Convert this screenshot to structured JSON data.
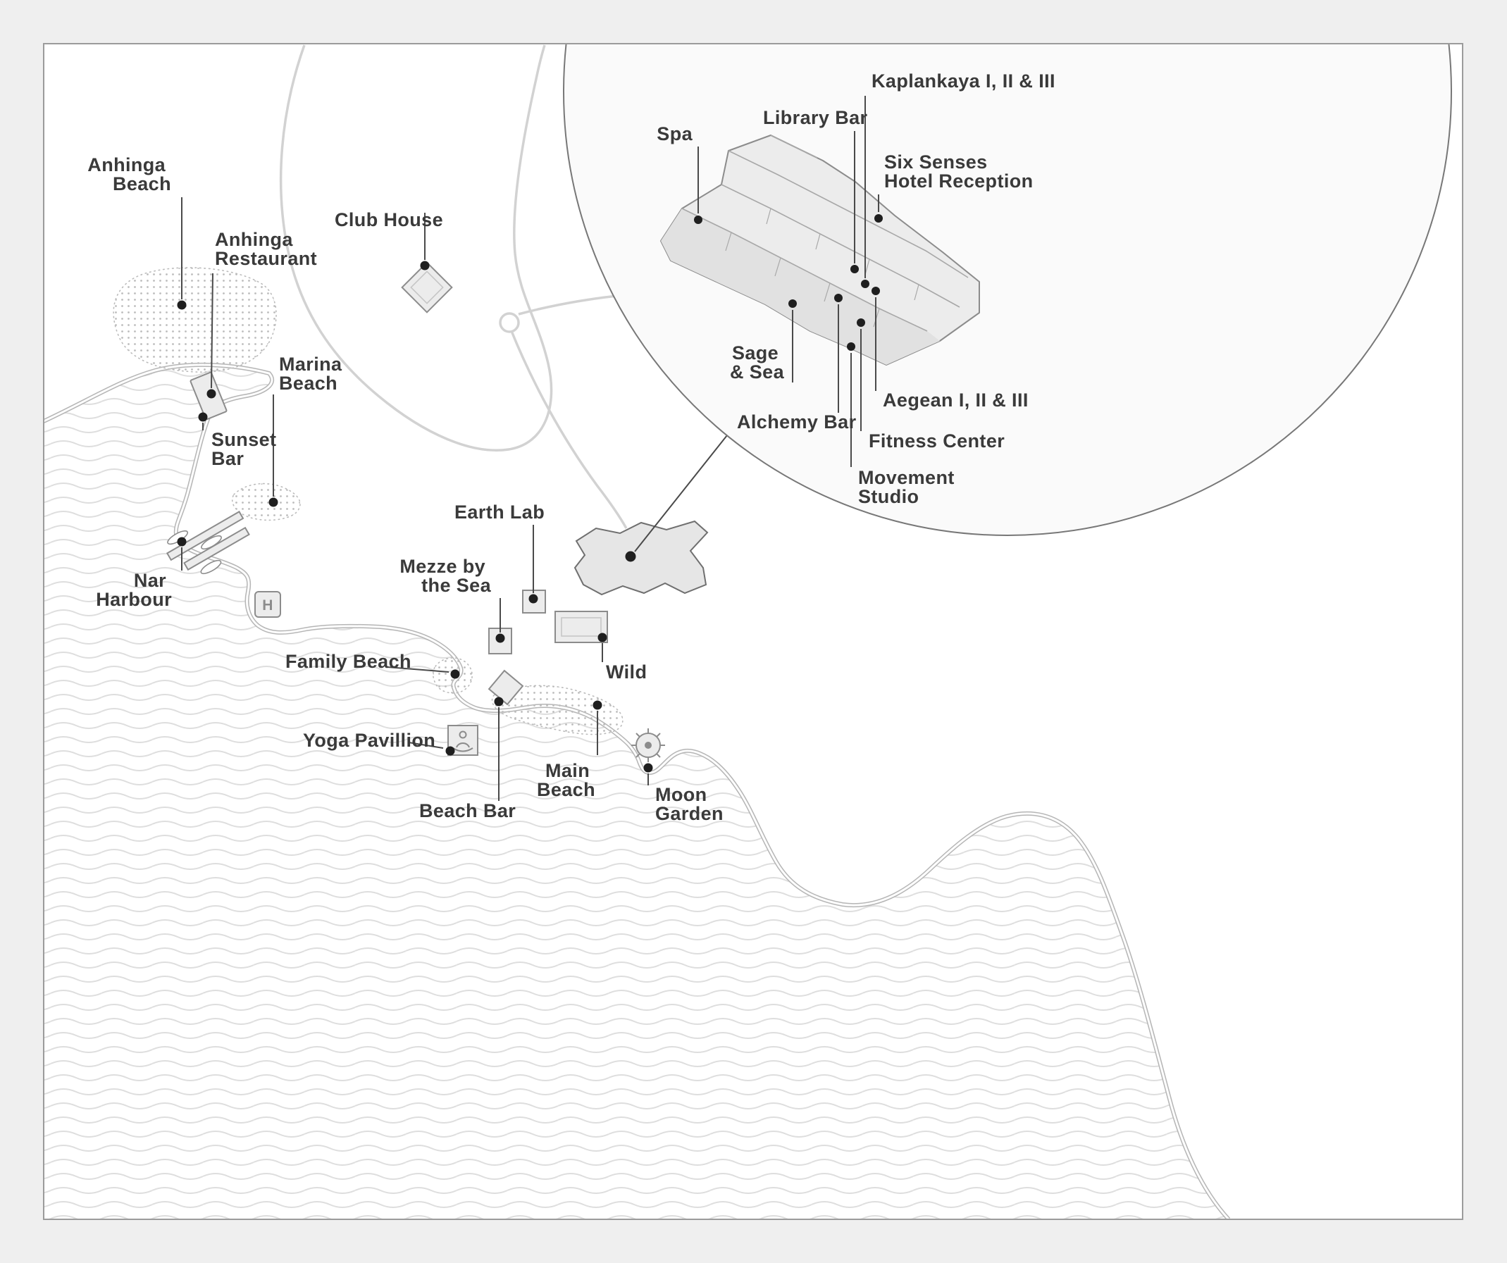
{
  "colors": {
    "page_bg": "#efefef",
    "map_bg": "#ffffff",
    "map_border": "#9b9b9b",
    "label_color": "#3a3a3a",
    "leader_color": "#4a4a4a",
    "dot_color": "#1f1f1f",
    "coast_color": "#b5b5b5",
    "wave_color": "#dedede",
    "beach_dot_color": "#bcbcbc",
    "road_color": "#d2d2d2",
    "building_fill": "#ececec",
    "building_stroke": "#8c8c8c",
    "inset_fill": "#fafafa",
    "inset_stroke": "#777777"
  },
  "icons": {
    "helipad": "helipad-H-square",
    "yoga_pavillion": "meditating-person-icon",
    "moon_garden": "sun-wheel-icon",
    "boats": "moored-boat-icon"
  },
  "map": {
    "labels": {
      "anhinga_beach": {
        "line1": "Anhinga",
        "line2": "Beach"
      },
      "anhinga_restaurant": {
        "line1": "Anhinga",
        "line2": "Restaurant"
      },
      "club_house": {
        "text": "Club House"
      },
      "marina_beach": {
        "line1": "Marina",
        "line2": "Beach"
      },
      "sunset_bar": {
        "line1": "Sunset",
        "line2": "Bar"
      },
      "nar_harbour": {
        "line1": "Nar",
        "line2": "Harbour"
      },
      "family_beach": {
        "text": "Family Beach"
      },
      "yoga_pavillion": {
        "text": "Yoga Pavillion"
      },
      "beach_bar": {
        "text": "Beach Bar"
      },
      "mezze_by_the_sea": {
        "line1": "Mezze by",
        "line2": "the Sea"
      },
      "earth_lab": {
        "text": "Earth Lab"
      },
      "wild": {
        "text": "Wild"
      },
      "main_beach": {
        "line1": "Main",
        "line2": "Beach"
      },
      "moon_garden": {
        "line1": "Moon",
        "line2": "Garden"
      },
      "helipad": {
        "text": "H"
      }
    },
    "inset": {
      "labels": {
        "spa": {
          "text": "Spa"
        },
        "library_bar": {
          "text": "Library Bar"
        },
        "kaplankaya": {
          "text": "Kaplankaya I, II & III"
        },
        "hotel_reception": {
          "line1": "Six Senses",
          "line2": "Hotel Reception"
        },
        "sage_and_sea": {
          "line1": "Sage",
          "line2": "& Sea"
        },
        "alchemy_bar": {
          "text": "Alchemy Bar"
        },
        "aegean": {
          "text": "Aegean I, II & III"
        },
        "fitness_center": {
          "text": "Fitness Center"
        },
        "movement_studio": {
          "line1": "Movement",
          "line2": "Studio"
        }
      }
    }
  }
}
